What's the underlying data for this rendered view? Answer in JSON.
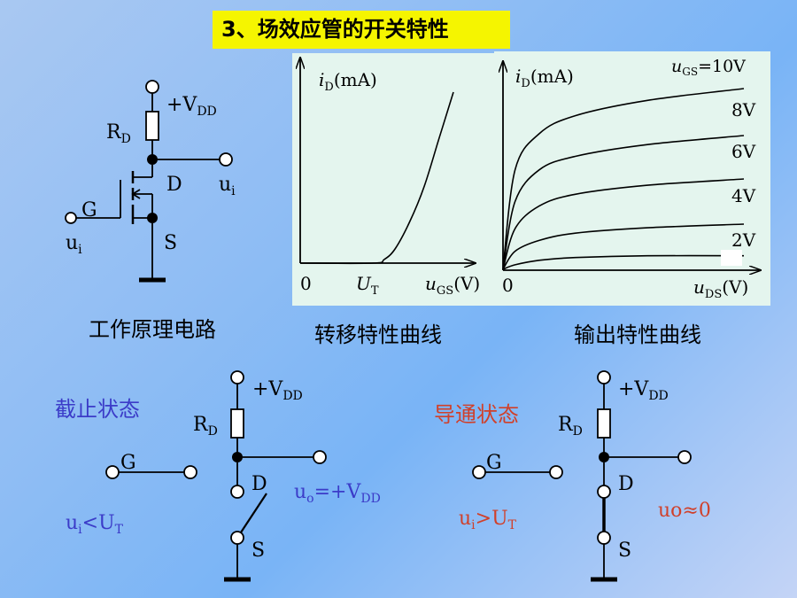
{
  "title": "3、场效应管的开关特性",
  "circuit_main": {
    "supply": "+V",
    "supply_sub": "DD",
    "rd": "R",
    "rd_sub": "D",
    "drain": "D",
    "gate": "G",
    "source": "S",
    "out": "u",
    "out_sub": "i",
    "in": "u",
    "in_sub": "i"
  },
  "captions": {
    "circuit": "工作原理电路",
    "transfer": "转移特性曲线",
    "output": "输出特性曲线"
  },
  "transfer_chart": {
    "ylabel_var": "i",
    "ylabel_sub": "D",
    "ylabel_unit": "(mA)",
    "origin": "0",
    "ut_var": "U",
    "ut_sub": "T",
    "xlabel_var": "u",
    "xlabel_sub": "GS",
    "xlabel_unit": "(V)"
  },
  "output_chart": {
    "ylabel_var": "i",
    "ylabel_sub": "D",
    "ylabel_unit": "(mA)",
    "origin": "0",
    "xlabel_var": "u",
    "xlabel_sub": "DS",
    "xlabel_unit": "(V)",
    "ugs_var": "u",
    "ugs_sub": "GS",
    "ugs_val": "=10V",
    "curve_labels": [
      "8V",
      "6V",
      "4V",
      "2V"
    ]
  },
  "chart_data": [
    {
      "type": "line",
      "xlabel": "uGS(V)",
      "ylabel": "iD(mA)",
      "series": [
        {
          "x": [
            0,
            1,
            1.15,
            1.3,
            1.5,
            1.7,
            1.9,
            2.1
          ],
          "y": [
            0,
            0,
            0.3,
            1.2,
            3.5,
            6.5,
            10.5,
            14.5
          ]
        }
      ]
    },
    {
      "type": "line",
      "xlabel": "uDS(V)",
      "ylabel": "iD(mA)",
      "series": [
        {
          "name": "10V",
          "x": [
            0,
            0.05,
            0.15,
            0.3,
            0.6,
            1
          ],
          "y": [
            0,
            11,
            15,
            17,
            18.7,
            20
          ]
        },
        {
          "name": "8V",
          "x": [
            0,
            0.05,
            0.15,
            0.3,
            0.6,
            1
          ],
          "y": [
            0,
            7.5,
            11,
            12.5,
            13.8,
            14.8
          ]
        },
        {
          "name": "6V",
          "x": [
            0,
            0.05,
            0.15,
            0.3,
            0.6,
            1
          ],
          "y": [
            0,
            4.5,
            7,
            8.3,
            9.3,
            10
          ]
        },
        {
          "name": "4V",
          "x": [
            0,
            0.05,
            0.15,
            0.3,
            0.6,
            1
          ],
          "y": [
            0,
            2,
            3.2,
            4,
            4.6,
            5
          ]
        },
        {
          "name": "2V",
          "x": [
            0,
            0.05,
            0.15,
            0.3,
            0.6,
            1
          ],
          "y": [
            0,
            0.5,
            1,
            1.3,
            1.5,
            1.5
          ]
        }
      ]
    }
  ],
  "cutoff": {
    "state": "截止状态",
    "cond_var": "u",
    "cond_sub": "i",
    "cond_op": "<U",
    "cond_sub2": "T",
    "out_var": "u",
    "out_sub": "o",
    "out_val": "=+V",
    "out_sub2": "DD",
    "supply": "+V",
    "supply_sub": "DD",
    "rd": "R",
    "rd_sub": "D",
    "gate": "G",
    "drain": "D",
    "source": "S",
    "color": "#3b3bc8"
  },
  "conduct": {
    "state": "导通状态",
    "cond_var": "u",
    "cond_sub": "i",
    "cond_op": ">U",
    "cond_sub2": "T",
    "out_text": "uo≈0",
    "supply": "+V",
    "supply_sub": "DD",
    "rd": "R",
    "rd_sub": "D",
    "gate": "G",
    "drain": "D",
    "source": "S",
    "color": "#d0402a"
  }
}
